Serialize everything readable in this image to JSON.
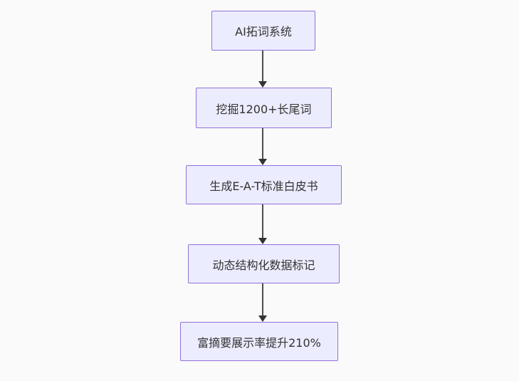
{
  "flowchart": {
    "type": "flowchart-top-down",
    "background_color": "#fafafa",
    "node_fill_color": "#ececff",
    "node_border_color": "#9370db",
    "text_color": "#333333",
    "edge_color": "#333333",
    "nodes": [
      {
        "id": "A",
        "label": "AI拓词系统"
      },
      {
        "id": "B",
        "label": "挖掘1200+长尾词"
      },
      {
        "id": "C",
        "label": "生成E-A-T标准白皮书"
      },
      {
        "id": "D",
        "label": "动态结构化数据标记"
      },
      {
        "id": "E",
        "label": "富摘要展示率提升210%"
      }
    ],
    "edges": [
      {
        "from": "A",
        "to": "B"
      },
      {
        "from": "B",
        "to": "C"
      },
      {
        "from": "C",
        "to": "D"
      },
      {
        "from": "D",
        "to": "E"
      }
    ]
  }
}
